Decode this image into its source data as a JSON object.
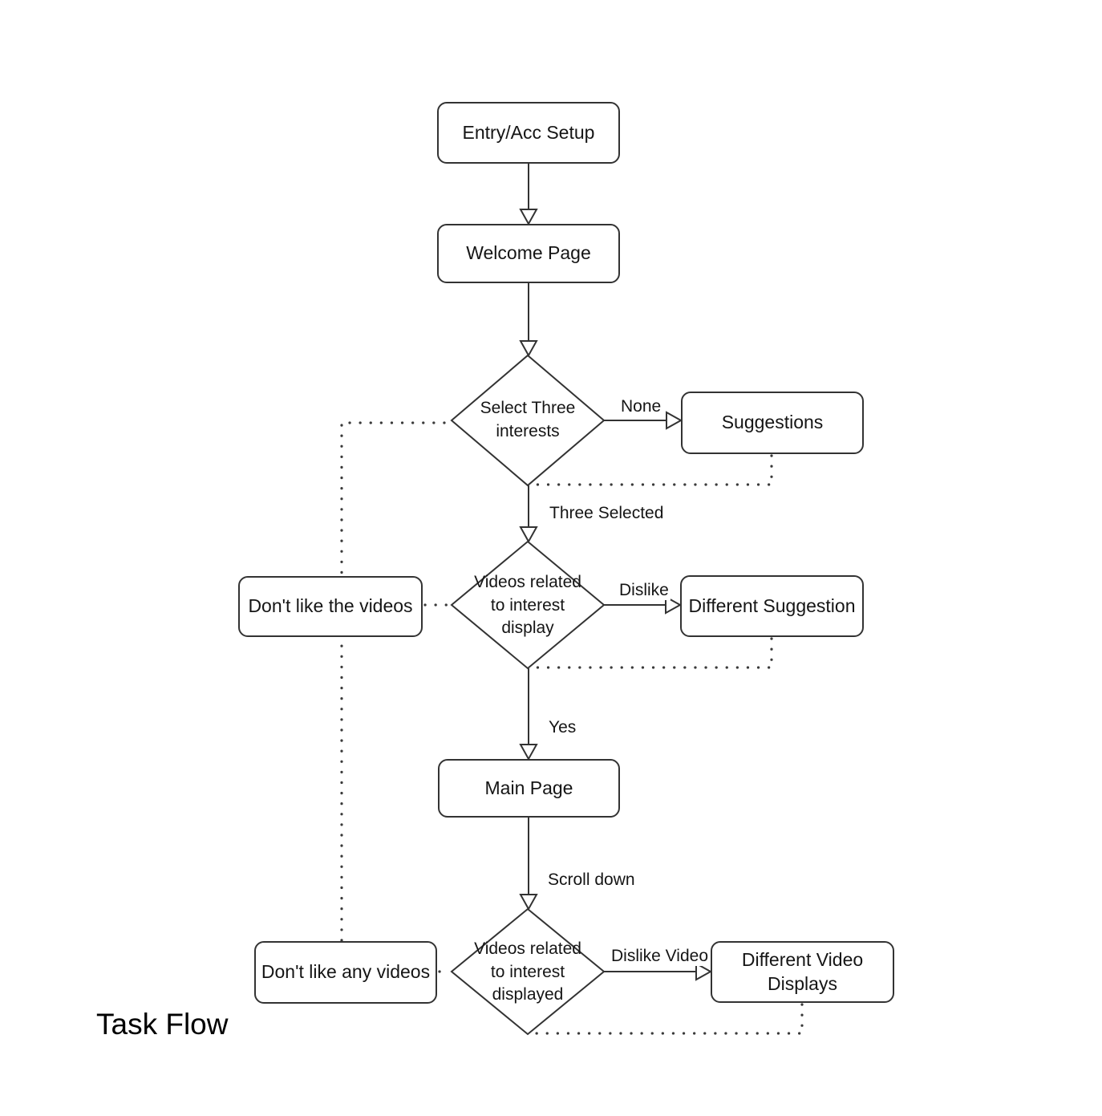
{
  "title": "Task Flow",
  "colors": {
    "background": "#ffffff",
    "stroke": "#333333",
    "text": "#151515"
  },
  "nodes": {
    "entry": {
      "label": "Entry/Acc Setup",
      "type": "process"
    },
    "welcome": {
      "label": "Welcome Page",
      "type": "process"
    },
    "select_interests": {
      "label": "Select Three\ninterests",
      "type": "decision"
    },
    "suggestions": {
      "label": "Suggestions",
      "type": "process"
    },
    "videos_display": {
      "label": "Videos related\nto interest\ndisplay",
      "type": "decision"
    },
    "dont_like_videos": {
      "label": "Don't like the videos",
      "type": "process"
    },
    "different_suggestion": {
      "label": "Different Suggestion",
      "type": "process"
    },
    "main_page": {
      "label": "Main Page",
      "type": "process"
    },
    "videos_displayed": {
      "label": "Videos related\nto interest\ndisplayed",
      "type": "decision"
    },
    "dont_like_any": {
      "label": "Don't like any videos",
      "type": "process"
    },
    "different_video": {
      "label": "Different Video\nDisplays",
      "type": "process"
    }
  },
  "edge_labels": {
    "none": "None",
    "three_selected": "Three Selected",
    "dislike": "Dislike",
    "yes": "Yes",
    "scroll_down": "Scroll down",
    "dislike_video": "Dislike Video"
  }
}
